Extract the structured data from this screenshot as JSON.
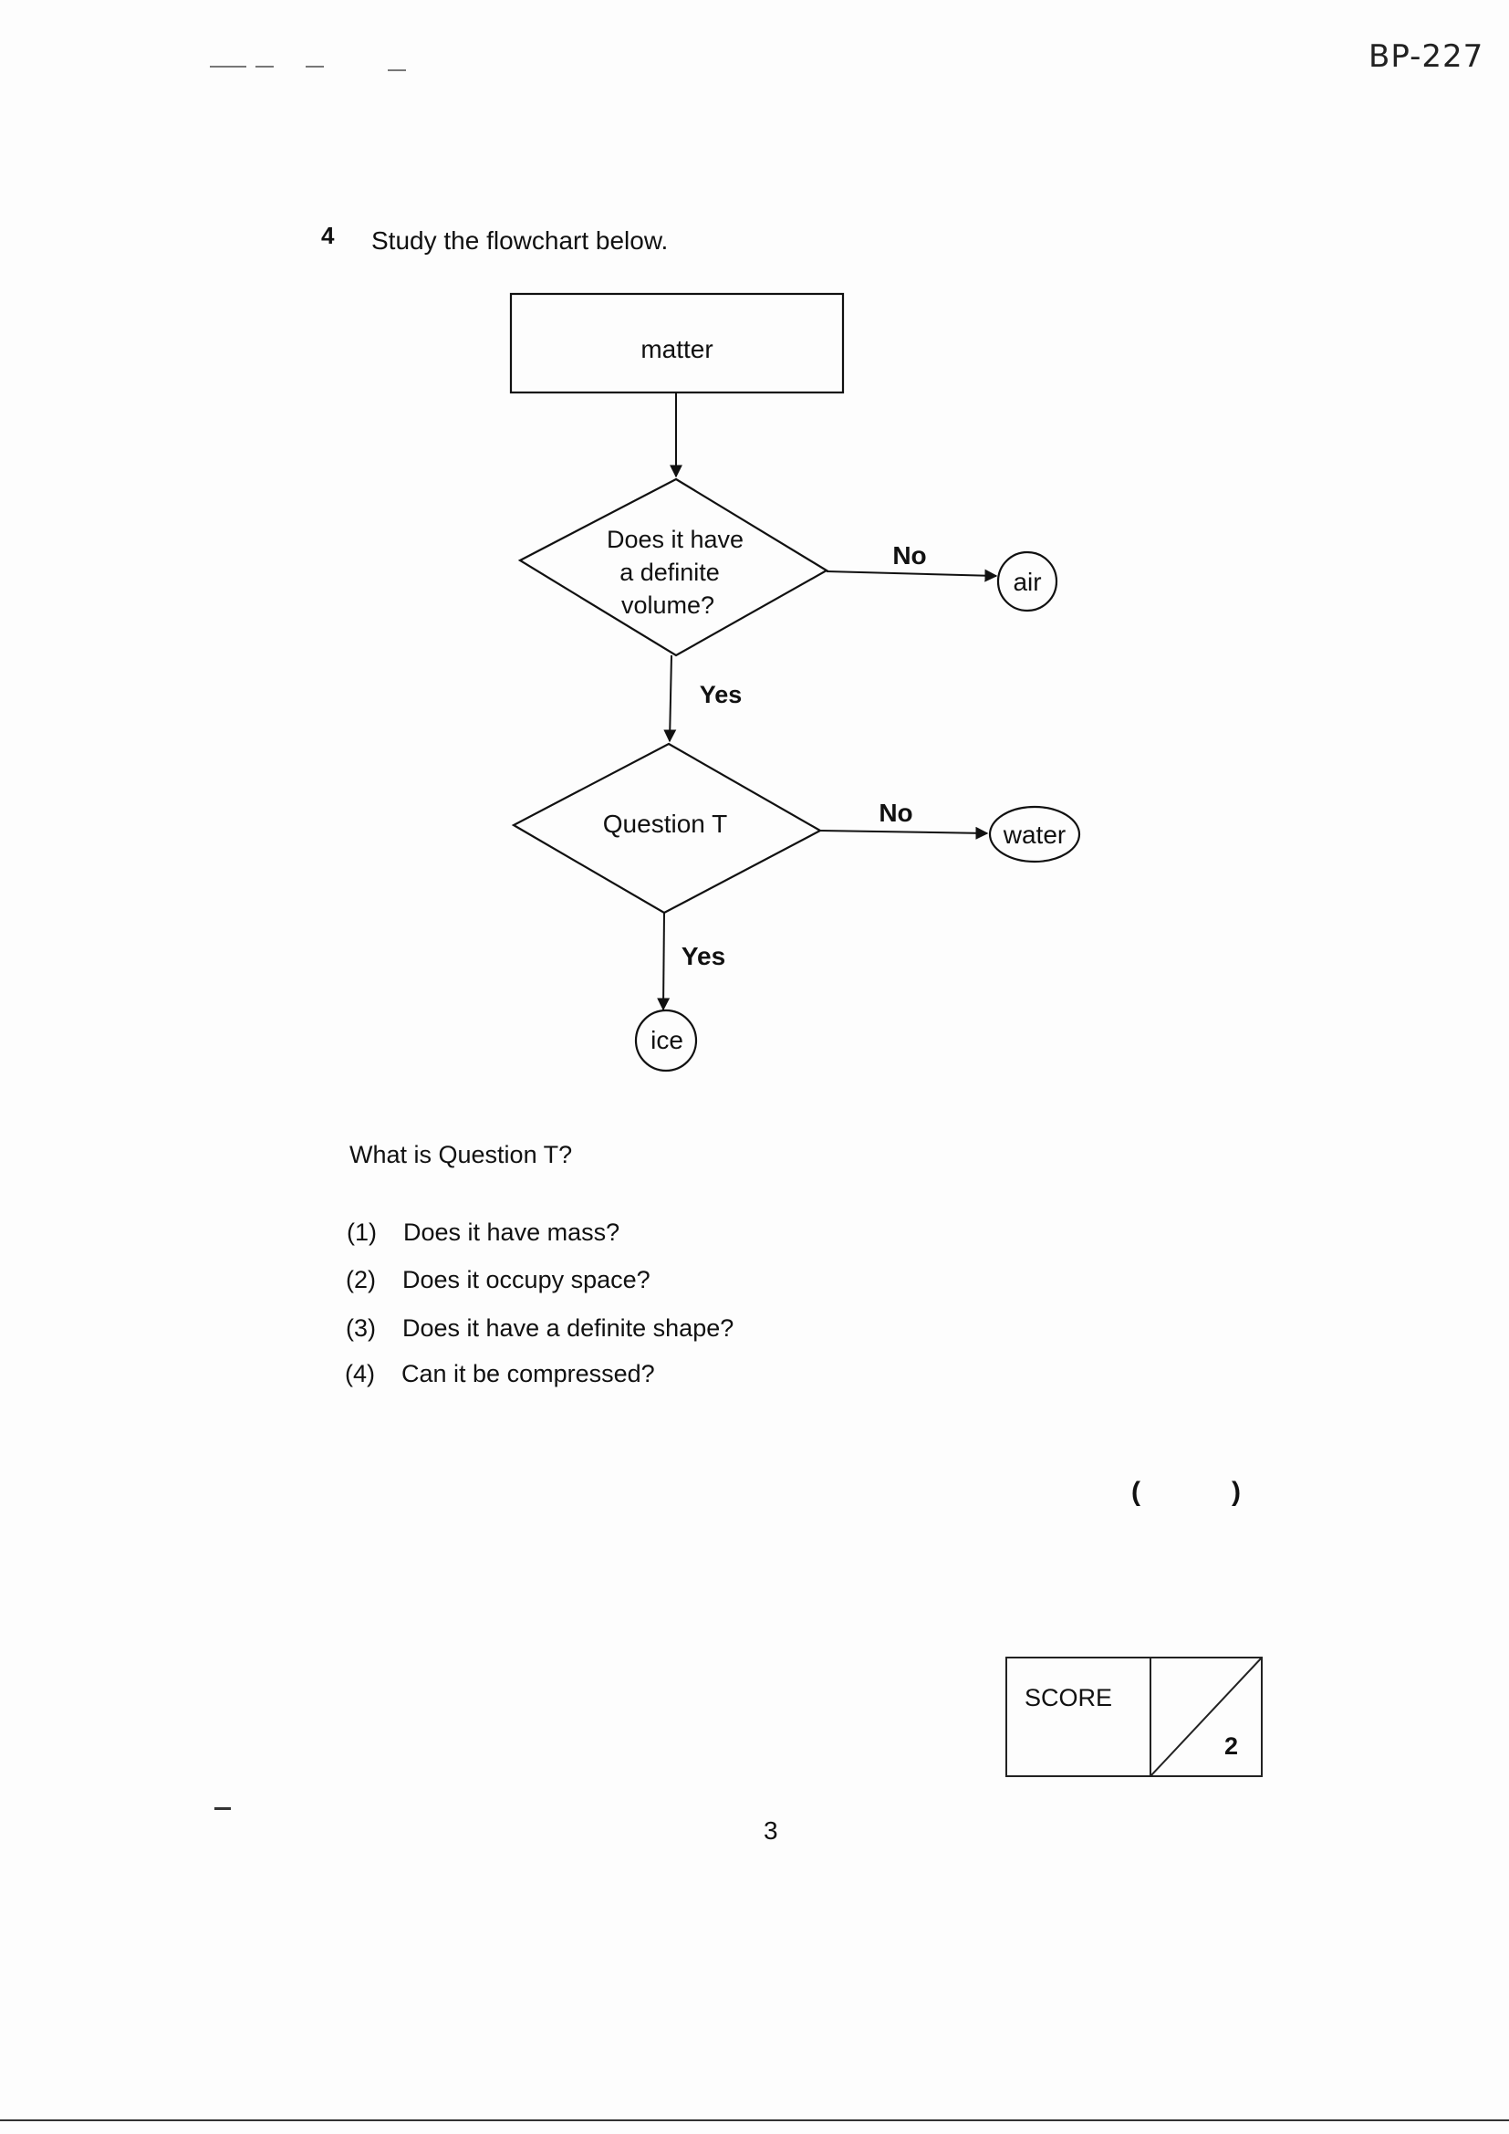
{
  "header": {
    "code": "BP-227"
  },
  "question": {
    "number": "4",
    "instruction": "Study the flowchart below.",
    "prompt": "What is Question T?",
    "options": [
      {
        "num": "(1)",
        "text": "Does it have mass?"
      },
      {
        "num": "(2)",
        "text": "Does it occupy space?"
      },
      {
        "num": "(3)",
        "text": "Does it have a definite shape?"
      },
      {
        "num": "(4)",
        "text": "Can it be compressed?"
      }
    ],
    "answer_open": "(",
    "answer_close": ")"
  },
  "flowchart": {
    "start": "matter",
    "decision1": [
      "Does it have",
      "a definite",
      "volume?"
    ],
    "decision1_no": "No",
    "decision1_yes": "Yes",
    "result_air": "air",
    "decision2": "Question T",
    "decision2_no": "No",
    "decision2_yes": "Yes",
    "result_water": "water",
    "result_ice": "ice"
  },
  "score": {
    "label": "SCORE",
    "max": "2"
  },
  "footer": {
    "page": "3"
  }
}
